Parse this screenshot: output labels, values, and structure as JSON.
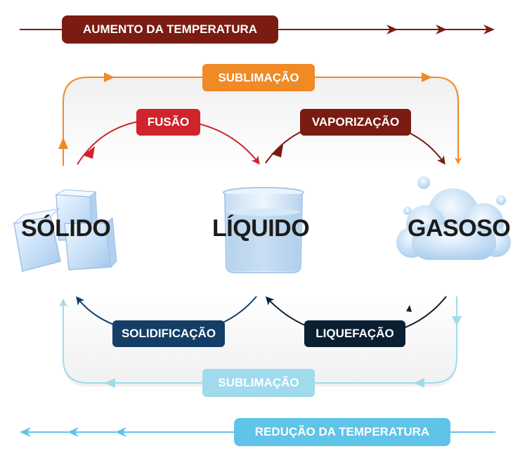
{
  "top_banner": {
    "label": "AUMENTO DA TEMPERATURA",
    "color": "#7a1c12"
  },
  "bottom_banner": {
    "label": "REDUÇÃO DA TEMPERATURA",
    "color": "#5fc4e8"
  },
  "states": {
    "solid": "SÓLIDO",
    "liquid": "LÍQUIDO",
    "gas": "GASOSO"
  },
  "transitions": {
    "sublimation_top": {
      "label": "SUBLIMAÇÃO",
      "color": "#ef8a25"
    },
    "fusion": {
      "label": "FUSÃO",
      "color": "#d0232b"
    },
    "vaporization": {
      "label": "VAPORIZAÇÃO",
      "color": "#7a1c12"
    },
    "solidification": {
      "label": "SOLIDIFICAÇÃO",
      "color": "#143e66"
    },
    "liquefaction": {
      "label": "LIQUEFAÇÃO",
      "color": "#0b1f33"
    },
    "sublimation_bottom": {
      "label": "SUBLIMAÇÃO",
      "color": "#9fdbec"
    }
  },
  "icons": [
    "ice-cubes-icon",
    "beaker-icon",
    "cloud-icon"
  ]
}
